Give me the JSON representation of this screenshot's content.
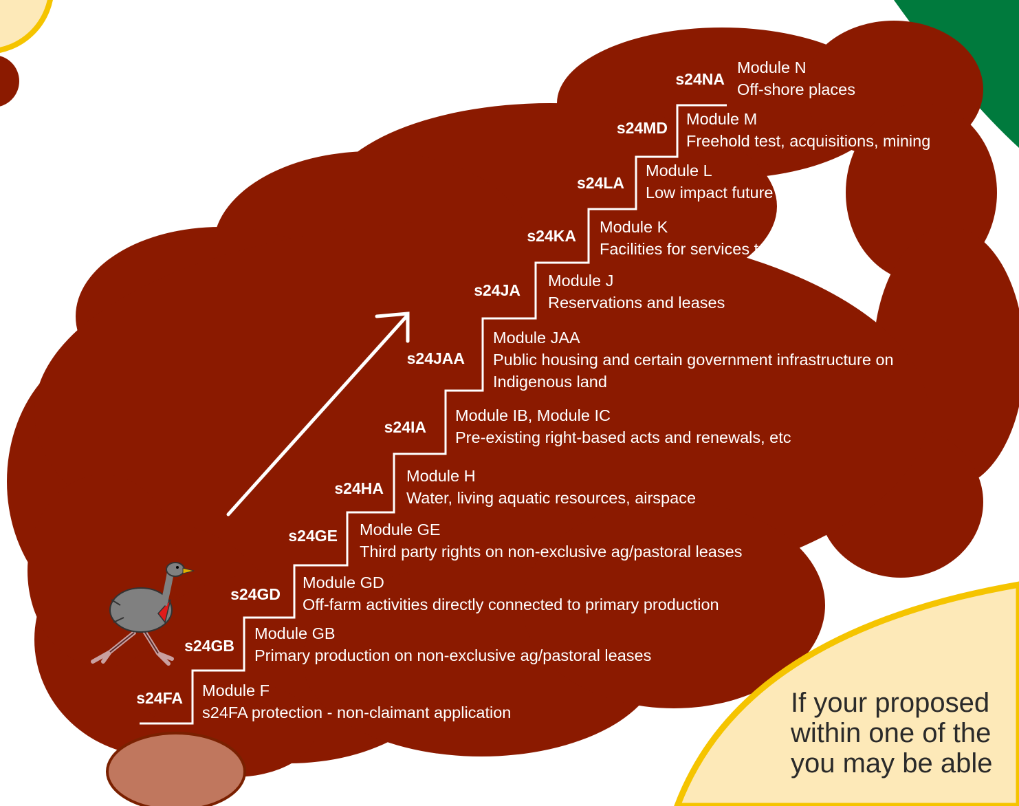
{
  "steps": [
    {
      "code": "s24FA",
      "title": "Module F",
      "lines": [
        "s24FA protection - non-claimant application"
      ]
    },
    {
      "code": "s24GB",
      "title": "Module GB",
      "lines": [
        "Primary production on non-exclusive ag/pastoral leases"
      ]
    },
    {
      "code": "s24GD",
      "title": "Module GD",
      "lines": [
        "Off-farm activities directly connected to primary production"
      ]
    },
    {
      "code": "s24GE",
      "title": "Module GE",
      "lines": [
        "Third party rights on non-exclusive ag/pastoral leases"
      ]
    },
    {
      "code": "s24HA",
      "title": "Module H",
      "lines": [
        "Water, living aquatic resources, airspace"
      ]
    },
    {
      "code": "s24IA",
      "title": "Module IB, Module IC",
      "lines": [
        "Pre-existing right-based acts and renewals, etc"
      ]
    },
    {
      "code": "s24JAA",
      "title": "Module JAA",
      "lines": [
        "Public housing and certain government infrastructure on",
        "Indigenous land"
      ]
    },
    {
      "code": "s24JA",
      "title": "Module J",
      "lines": [
        "Reservations and leases"
      ]
    },
    {
      "code": "s24KA",
      "title": "Module K",
      "lines": [
        "Facilities for services to the public"
      ]
    },
    {
      "code": "s24LA",
      "title": "Module L",
      "lines": [
        "Low impact future acts"
      ]
    },
    {
      "code": "s24MD",
      "title": "Module M",
      "lines": [
        "Freehold test, acquisitions, mining"
      ]
    },
    {
      "code": "s24NA",
      "title": "Module N",
      "lines": [
        "Off-shore places"
      ]
    }
  ],
  "bubble_text": [
    "If your proposed",
    "within one of the",
    "you may be able"
  ],
  "colors": {
    "cloud": "#8b1a00",
    "cream": "#fde9b8",
    "yellow": "#f5c400",
    "green": "#007a3d",
    "stone": "#c0775e",
    "text_dark": "#2a2a2a"
  },
  "icons": [
    "emu-icon",
    "arrow-up-right-icon"
  ]
}
